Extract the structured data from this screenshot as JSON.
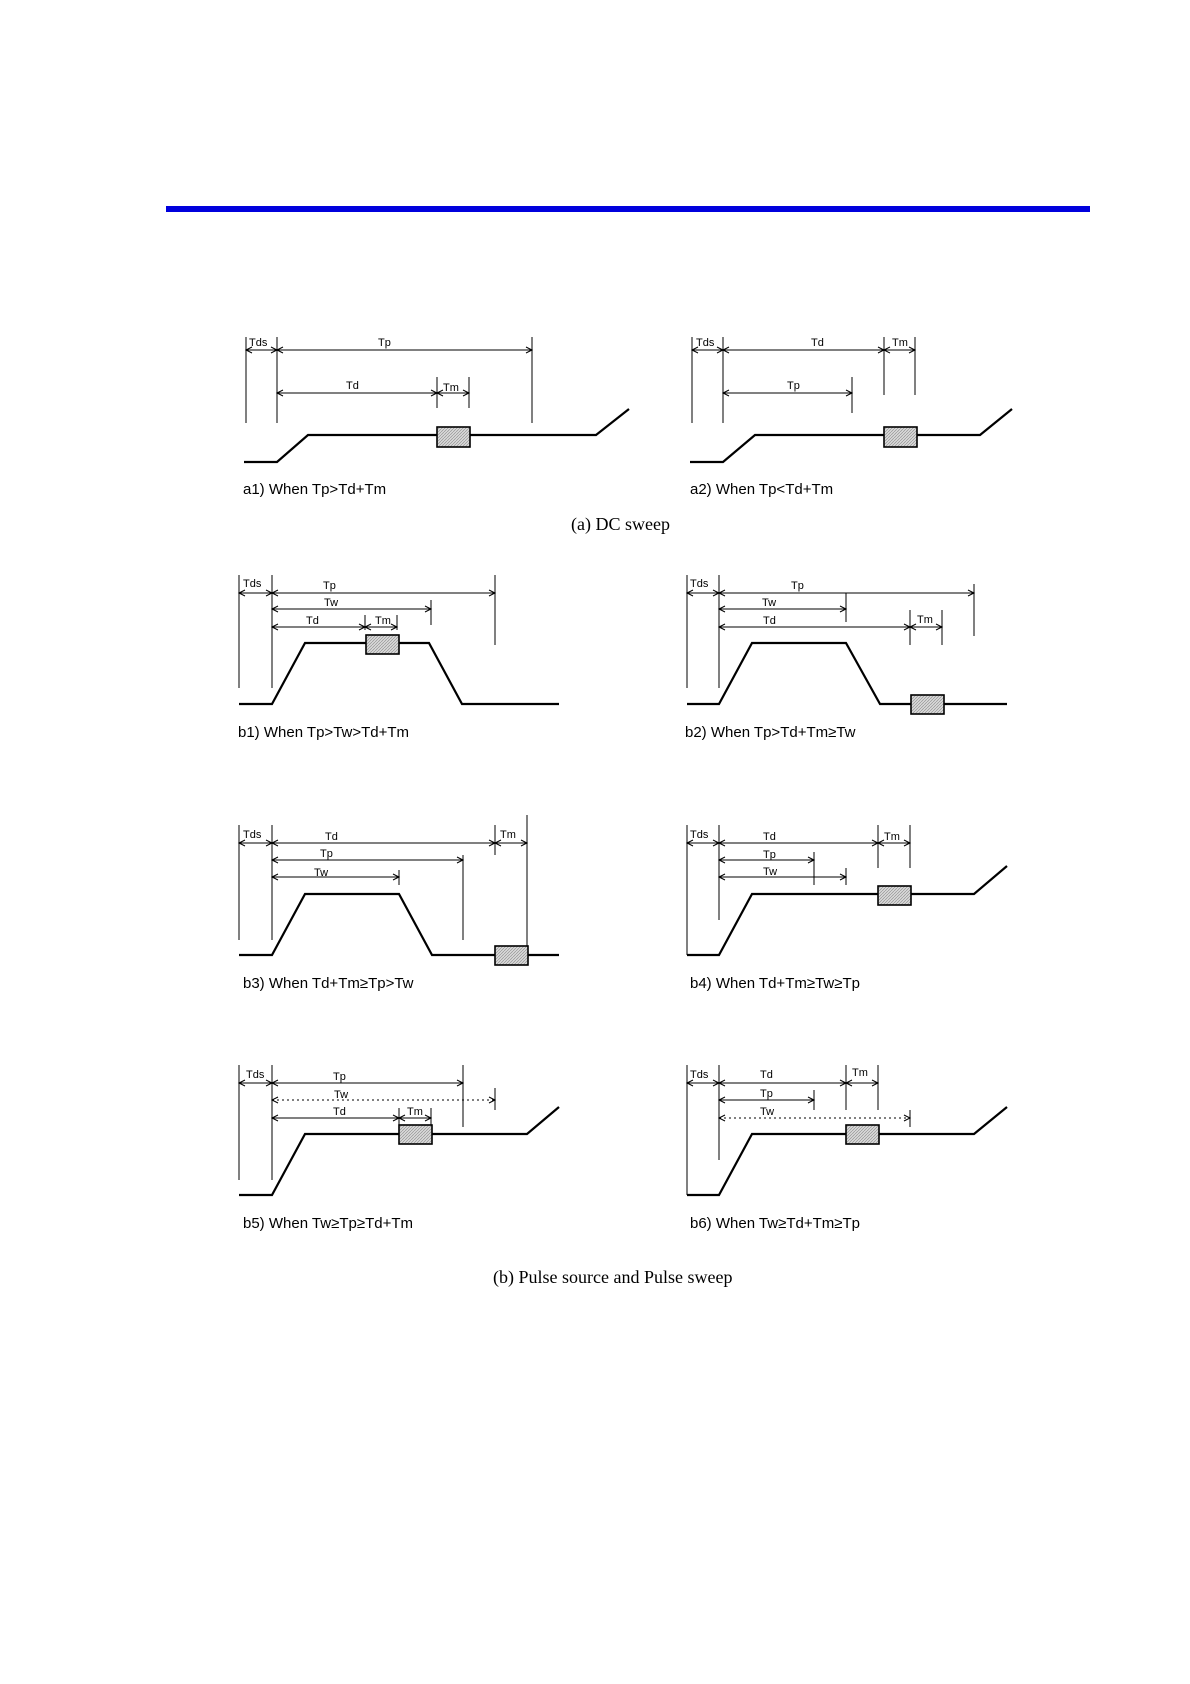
{
  "sections": {
    "a": {
      "caption": "(a) DC sweep"
    },
    "b": {
      "caption": "(b) Pulse source and Pulse sweep"
    }
  },
  "panels": [
    {
      "id": "a1",
      "caption": "a1) When Tp>Td+Tm",
      "labels": {
        "tds": "Tds",
        "tp": "Tp",
        "td": "Td",
        "tm": "Tm"
      }
    },
    {
      "id": "a2",
      "caption": "a2) When Tp<Td+Tm",
      "labels": {
        "tds": "Tds",
        "td": "Td",
        "tm": "Tm",
        "tp": "Tp"
      }
    },
    {
      "id": "b1",
      "caption": "b1) When Tp>Tw>Td+Tm",
      "labels": {
        "tds": "Tds",
        "tp": "Tp",
        "tw": "Tw",
        "td": "Td",
        "tm": "Tm"
      }
    },
    {
      "id": "b2",
      "caption": "b2) When Tp>Td+Tm≥Tw",
      "labels": {
        "tds": "Tds",
        "tp": "Tp",
        "tw": "Tw",
        "td": "Td",
        "tm": "Tm"
      }
    },
    {
      "id": "b3",
      "caption": "b3) When Td+Tm≥Tp>Tw",
      "labels": {
        "tds": "Tds",
        "td": "Td",
        "tm": "Tm",
        "tp": "Tp",
        "tw": "Tw"
      }
    },
    {
      "id": "b4",
      "caption": "b4) When Td+Tm≥Tw≥Tp",
      "labels": {
        "tds": "Tds",
        "td": "Td",
        "tm": "Tm",
        "tp": "Tp",
        "tw": "Tw"
      }
    },
    {
      "id": "b5",
      "caption": "b5) When Tw≥Tp≥Td+Tm",
      "labels": {
        "tds": "Tds",
        "tp": "Tp",
        "tw": "Tw",
        "td": "Td",
        "tm": "Tm"
      }
    },
    {
      "id": "b6",
      "caption": "b6) When Tw≥Td+Tm≥Tp",
      "labels": {
        "tds": "Tds",
        "td": "Td",
        "tm": "Tm",
        "tp": "Tp",
        "tw": "Tw"
      }
    }
  ],
  "colors": {
    "header_rule": "#0000dd",
    "measure_box_fill": "#cfcfcf"
  }
}
